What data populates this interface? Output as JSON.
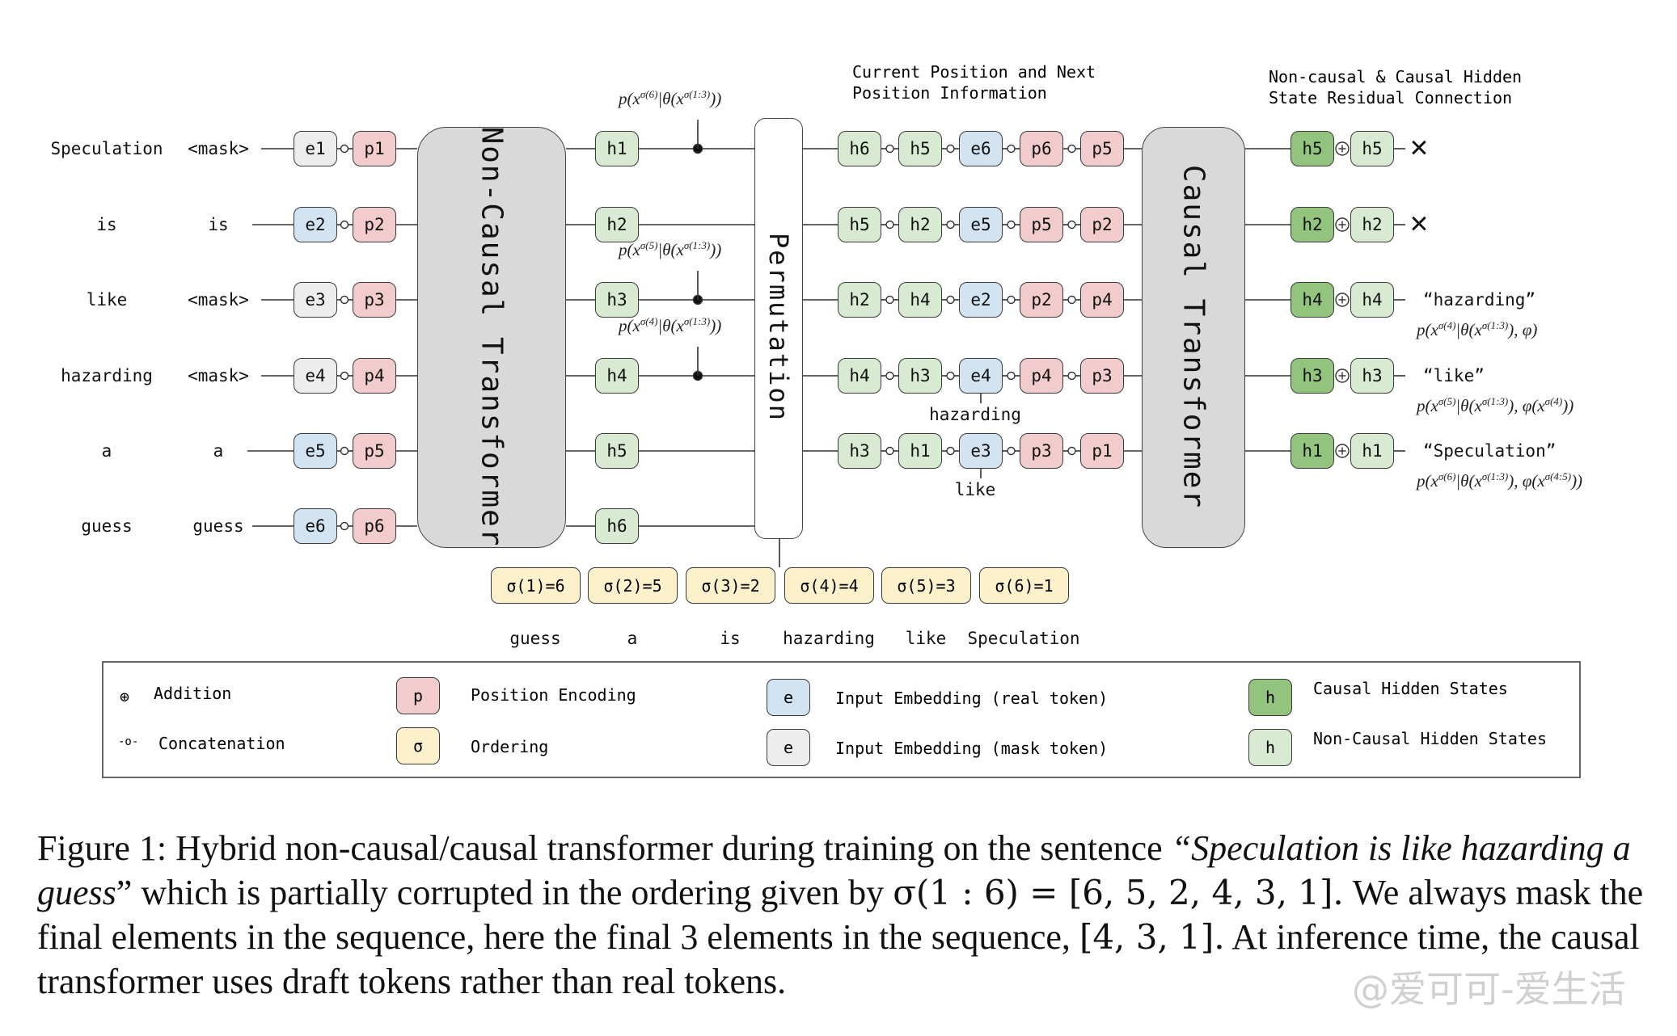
{
  "figure": {
    "input_tokens": [
      "Speculation",
      "is",
      "like",
      "hazarding",
      "a",
      "guess"
    ],
    "masked_inputs": [
      "<mask>",
      "is",
      "<mask>",
      "<mask>",
      "a",
      "guess"
    ],
    "embeddings": [
      {
        "label": "e1",
        "kind": "mask"
      },
      {
        "label": "e2",
        "kind": "real"
      },
      {
        "label": "e3",
        "kind": "mask"
      },
      {
        "label": "e4",
        "kind": "mask"
      },
      {
        "label": "e5",
        "kind": "real"
      },
      {
        "label": "e6",
        "kind": "real"
      }
    ],
    "positions": [
      "p1",
      "p2",
      "p3",
      "p4",
      "p5",
      "p6"
    ],
    "non_causal_label": "Non-Causal Transformer",
    "non_causal_outputs": [
      "h1",
      "h2",
      "h3",
      "h4",
      "h5",
      "h6"
    ],
    "taps": [
      {
        "row": 0,
        "formula_html": "p(x<sup>σ(6)</sup>|θ(x<sup>σ(1:3)</sup>))"
      },
      {
        "row": 2,
        "formula_html": "p(x<sup>σ(5)</sup>|θ(x<sup>σ(1:3)</sup>))"
      },
      {
        "row": 3,
        "formula_html": "p(x<sup>σ(4)</sup>|θ(x<sup>σ(1:3)</sup>))"
      }
    ],
    "permutation_label": "Permutation",
    "current_next_note": "Current Position and Next\nPosition Information",
    "permuted_rows": [
      [
        {
          "l": "h6",
          "k": "nc"
        },
        {
          "l": "h5",
          "k": "nc"
        },
        {
          "l": "e6",
          "k": "real"
        },
        {
          "l": "p6",
          "k": "pos"
        },
        {
          "l": "p5",
          "k": "pos"
        }
      ],
      [
        {
          "l": "h5",
          "k": "nc"
        },
        {
          "l": "h2",
          "k": "nc"
        },
        {
          "l": "e5",
          "k": "real"
        },
        {
          "l": "p5",
          "k": "pos"
        },
        {
          "l": "p2",
          "k": "pos"
        }
      ],
      [
        {
          "l": "h2",
          "k": "nc"
        },
        {
          "l": "h4",
          "k": "nc"
        },
        {
          "l": "e2",
          "k": "real"
        },
        {
          "l": "p2",
          "k": "pos"
        },
        {
          "l": "p4",
          "k": "pos"
        }
      ],
      [
        {
          "l": "h4",
          "k": "nc"
        },
        {
          "l": "h3",
          "k": "nc"
        },
        {
          "l": "e4",
          "k": "real"
        },
        {
          "l": "p4",
          "k": "pos"
        },
        {
          "l": "p3",
          "k": "pos"
        }
      ],
      [
        {
          "l": "h3",
          "k": "nc"
        },
        {
          "l": "h1",
          "k": "nc"
        },
        {
          "l": "e3",
          "k": "real"
        },
        {
          "l": "p3",
          "k": "pos"
        },
        {
          "l": "p1",
          "k": "pos"
        }
      ]
    ],
    "draft_labels": [
      {
        "row": 3,
        "text": "hazarding"
      },
      {
        "row": 4,
        "text": "like"
      }
    ],
    "causal_label": "Causal Transformer",
    "residual_note": "Non-causal & Causal Hidden\nState Residual Connection",
    "residual_rows": [
      {
        "causal": "h5",
        "noncausal": "h5",
        "output": "discard",
        "text": "",
        "formula_html": ""
      },
      {
        "causal": "h2",
        "noncausal": "h2",
        "output": "discard",
        "text": "",
        "formula_html": ""
      },
      {
        "causal": "h4",
        "noncausal": "h4",
        "output": "token",
        "text": "“hazarding”",
        "formula_html": "p(x<sup>σ(4)</sup>|θ(x<sup>σ(1:3)</sup>), φ)"
      },
      {
        "causal": "h3",
        "noncausal": "h3",
        "output": "token",
        "text": "“like”",
        "formula_html": "p(x<sup>σ(5)</sup>|θ(x<sup>σ(1:3)</sup>), φ(x<sup>σ(4)</sup>))"
      },
      {
        "causal": "h1",
        "noncausal": "h1",
        "output": "token",
        "text": "“Speculation”",
        "formula_html": "p(x<sup>σ(6)</sup>|θ(x<sup>σ(1:3)</sup>), φ(x<sup>σ(4:5)</sup>))"
      }
    ],
    "discard_symbol": "✕",
    "ordering": [
      "σ(1)=6",
      "σ(2)=5",
      "σ(3)=2",
      "σ(4)=4",
      "σ(5)=3",
      "σ(6)=1"
    ],
    "ordering_words": [
      "guess",
      "a",
      "is",
      "hazarding",
      "like",
      "Speculation"
    ]
  },
  "legend": {
    "addition": {
      "symbol": "⊕",
      "label": "Addition"
    },
    "concatenation": {
      "symbol": "-o-",
      "label": "Concatenation"
    },
    "position_encoding": {
      "glyph": "p",
      "label": "Position Encoding"
    },
    "ordering": {
      "glyph": "σ",
      "label": "Ordering"
    },
    "input_real": {
      "glyph": "e",
      "label": "Input Embedding (real token)"
    },
    "input_mask": {
      "glyph": "e",
      "label": "Input Embedding (mask token)"
    },
    "causal_hidden": {
      "glyph": "h",
      "label": "Causal Hidden States"
    },
    "noncausal_hidden": {
      "glyph": "h",
      "label": "Non-Causal Hidden States"
    }
  },
  "colors": {
    "real_embedding": "#d2e3f2",
    "mask_embedding": "#ededed",
    "position_encoding": "#f2cccc",
    "noncausal_hidden": "#d8ead2",
    "causal_hidden": "#93c47d",
    "ordering": "#fdf1cc",
    "transformer_block": "#d9d9d9"
  },
  "caption": {
    "prefix": "Figure 1: Hybrid non-causal/causal transformer during training on the sentence ",
    "sentence_open": "“Speculation is like hazarding a guess",
    "sentence_close": "”",
    "part2": " which is partially corrupted in the ordering given by ",
    "math1": "σ(1 : 6) = [6, 5, 2, 4, 3, 1].",
    "part3": " We always mask the final elements in the sequence, here the final 3 elements in the sequence, ",
    "math2": "[4, 3, 1].",
    "part4": " At inference time, the causal transformer uses draft tokens rather than real tokens."
  },
  "watermark": "@爱可可-爱生活"
}
